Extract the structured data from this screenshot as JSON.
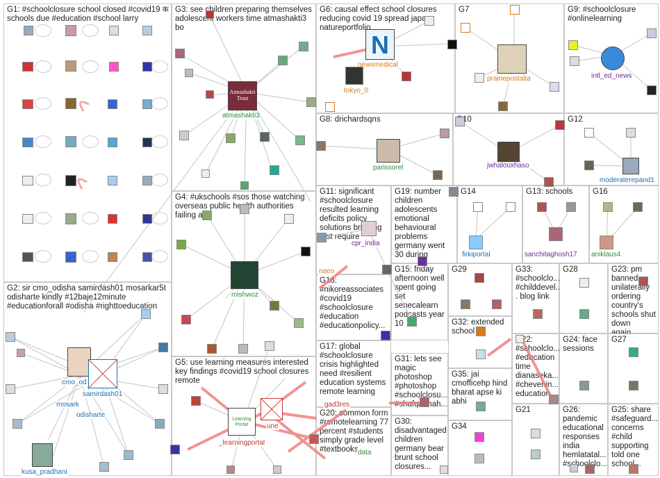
{
  "groups": [
    {
      "id": "g1",
      "label": "G1: #schoolclosure school closed #covid19 क schools due #education #school larry"
    },
    {
      "id": "g2",
      "label": "G2: sir cmo_odisha samirdash01 mosarkar5t odisharte kindly #12baje12minute #educationforall #odisha #righttoeducation"
    },
    {
      "id": "g3",
      "label": "G3: see children preparing themselves adolescent workers time atmashakti3 bo"
    },
    {
      "id": "g4",
      "label": "G4: #ukschools #sos those watching overseas public health authorities failing act"
    },
    {
      "id": "g5",
      "label": "G5: use learning measures interested key findings #covid19 school closures remote"
    },
    {
      "id": "g6",
      "label": "G6: causal effect school closures reducing covid 19 spread japan natureportfolio"
    },
    {
      "id": "g7",
      "label": "G7"
    },
    {
      "id": "g8",
      "label": "G8: drichardsqns"
    },
    {
      "id": "g9",
      "label": "G9: #schoolclosure #onlinelearning"
    },
    {
      "id": "g10",
      "label": "G10"
    },
    {
      "id": "g11",
      "label": "G11: significant #schoolclosure resulted learning deficits policy solutions bridging first require"
    },
    {
      "id": "g12",
      "label": "G12"
    },
    {
      "id": "g13",
      "label": "G13: schools"
    },
    {
      "id": "g14",
      "label": "G14"
    },
    {
      "id": "g15",
      "label": "G15: friday afternoon well spent going set senecalearn podcasts year 10"
    },
    {
      "id": "g16",
      "label": "G16"
    },
    {
      "id": "g17",
      "label": "G17: global #schoolclosure crisis highlighted need #resilient education systems remote learning"
    },
    {
      "id": "g18",
      "label": "G18: #nikoreassociates #covid19 #schoolclosure #education #educationpolicy..."
    },
    {
      "id": "g19",
      "label": "G19: number children adolescents emotional behavioural problems germany went 30 during"
    },
    {
      "id": "g20",
      "label": "G20: common form #remotelearning 77 percent #students simply grade level #textbooks"
    },
    {
      "id": "g21",
      "label": "G21"
    },
    {
      "id": "g22",
      "label": "G22: #schoolclo... #education time dianaseka... #chevenin... education..."
    },
    {
      "id": "g23",
      "label": "G23: pm banned unilaterally ordering country's schools shut down again..."
    },
    {
      "id": "g24",
      "label": "G24: face sessions"
    },
    {
      "id": "g25",
      "label": "G25: share #safeguard... concerns #child supporting told one school..."
    },
    {
      "id": "g26",
      "label": "G26: pandemic educational responses india hemlatatal... #schoolclo..."
    },
    {
      "id": "g27",
      "label": "G27"
    },
    {
      "id": "g28",
      "label": "G28"
    },
    {
      "id": "g29",
      "label": "G29"
    },
    {
      "id": "g30",
      "label": "G30: disadvantaged children germany bear brunt school closures..."
    },
    {
      "id": "g31",
      "label": "G31: lets see magic photoshop #photoshop #schoolclosu... #shafqatmah..."
    },
    {
      "id": "g32",
      "label": "G32: extended school"
    },
    {
      "id": "g33",
      "label": "G33: #schoolclo... #childdevel... blog link"
    },
    {
      "id": "g34",
      "label": "G34"
    },
    {
      "id": "g35",
      "label": "G35: jai cmofficehp hind bharat apse ki abhi"
    }
  ],
  "node_labels": {
    "atmashakti3": "atmashakti3",
    "mishwoz": "mishwoz",
    "learningportal": "_learningportal",
    "une": "une",
    "cmo_odisha": "cmo_od",
    "samirdash01": "samirdash01",
    "mosarkar": "mosark",
    "odisharte": "odisharte",
    "kusa_pradhani": "kusa_pradhani",
    "newsmedical": "newsmedical",
    "tokyo_0": "tokyo_0",
    "prairiepostalta": "prairiepostalta",
    "intl_ed_news": "intl_ed_news",
    "parissorel": "parissorel",
    "jwhalouxhaso": "jwhalouxhaso",
    "moderaterepand1": "moderaterepand1",
    "cpr_india": "cpr_india",
    "naeo": "naeo",
    "firkiportal": "firkiportal",
    "sanchitaghosh17": "sanchitaghosh17",
    "aniklaus4": "aniklaus4",
    "gad3res": "gad3res",
    "data": "data"
  },
  "logo_text": {
    "atmashakti": "Atmashakti Trust",
    "learning_portal": "Learning Portal"
  },
  "colors": {
    "edge": "#b9b9b9",
    "highlight_edge": "#f08080",
    "label_blue": "#1f6fb2",
    "label_green": "#2e8b3a",
    "label_red": "#c0392b",
    "label_purple": "#6a2a9a",
    "label_orange": "#d97a1a"
  }
}
